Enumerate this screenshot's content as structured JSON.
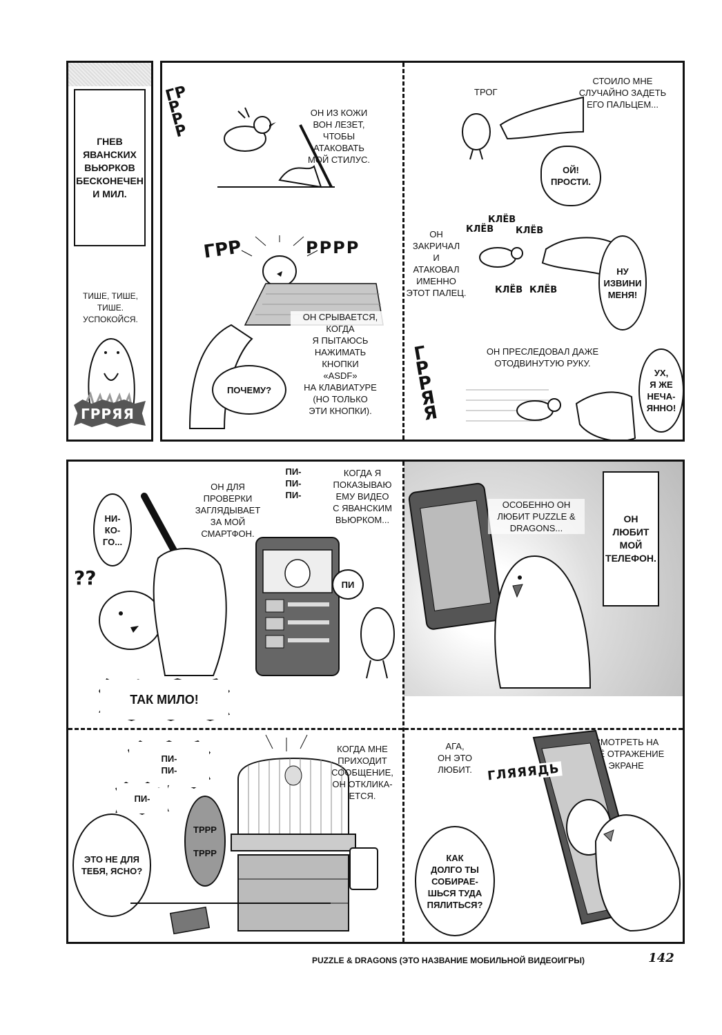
{
  "side_panel": {
    "caption": "Гнев\nяванских\nвьюрков\nбесконечен\nи мил.",
    "hush_text": "Тише, тише,\nтише.\nУспокойся.",
    "grr_label": "ГРРЯЯ"
  },
  "top_left": {
    "sfx_grr_small": "ГР\nР\nР\nР",
    "narration1": "Он из кожи\nвон лезет,\nчтобы\nатаковать\nмой стилус.",
    "sfx_grrr": "ГРР",
    "sfx_rrr": "РРРР",
    "narration2": "Он срывается,\nкогда\nя пытаюсь\nнажимать\nкнопки\n«ASDF»\nна клавиатуре\n(но только\nэти кнопки).",
    "why": "ПОЧЕМУ?"
  },
  "top_right": {
    "trog": "ТРОГ",
    "narration1": "Стоило мне\nслучайно задеть\nего пальцем...",
    "sorry1": "ОЙ!\nПРОСТИ.",
    "peck": "КЛЁВ",
    "narration2": "Он\nзакричал\nи\nатаковал\nименно\nэтот палец.",
    "sorry2": "НУ\nИЗВИНИ\nМЕНЯ!",
    "sfx_grrya": "ГРРЯЯ",
    "narration3": "Он преследовал даже\nотодвинутую руку.",
    "accident": "УХ,\nЯ ЖЕ\nНЕЧА-\nЯННО!"
  },
  "mid_left": {
    "nobody": "НИ-\nКО-\nГО...",
    "qq": "??",
    "narration1": "Он для\nпроверки\nзаглядывает\nза мой\nсмартфон.",
    "pipipi": "ПИ-\nПИ-\nПИ-",
    "narration2": "Когда я\nпоказываю\nему видео\nс яванским\nвьюрком...",
    "pi": "ПИ",
    "cute": "ТАК МИЛО!"
  },
  "mid_right": {
    "narration": "Особенно он\nлюбит Puzzle &\nDragons...",
    "caption": "Он\nлюбит\nмой\nтелефон."
  },
  "bottom_left": {
    "pipi1": "ПИ-\nПИ-",
    "pi2": "ПИ-",
    "narration": "Когда мне\nприходит\nсообщение,\nон отклика-\nется.",
    "trrr": "ТРРР\n\nТРРР",
    "not_for_you": "ЭТО НЕ ДЛЯ\nТЕБЯ, ЯСНО?"
  },
  "bottom_right": {
    "aga": "АГА,\nОН ЭТО\nЛЮБИТ.",
    "narration": "И смотреть на\nсвоё отражение\nв экране",
    "look": "ГЛЯЯЯДЬ",
    "how_long": "КАК\nДОЛГО ТЫ\nСОБИРАЕ-\nШЬСЯ ТУДА\nПЯЛИТЬСЯ?"
  },
  "footer": {
    "note": "PUZZLE & DRAGONS (ЭТО НАЗВАНИЕ МОБИЛЬНОЙ ВИДЕОИГРЫ)",
    "page_number": "142"
  }
}
